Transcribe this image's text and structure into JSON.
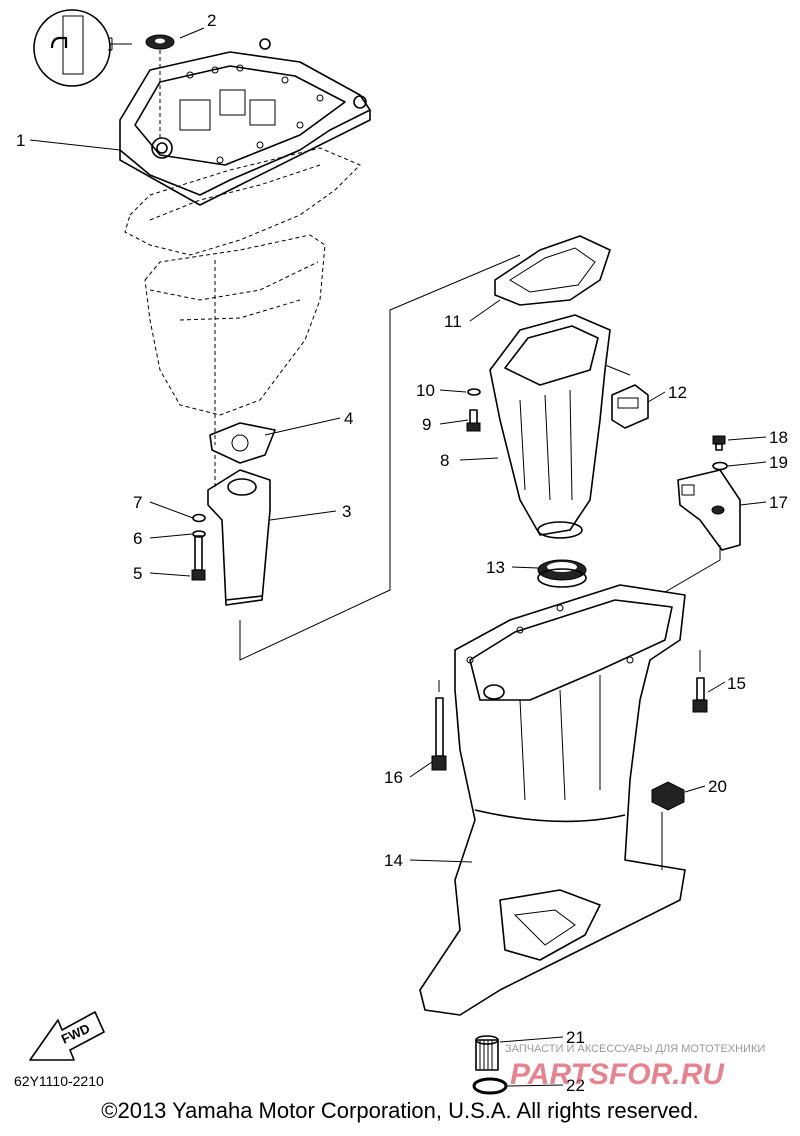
{
  "diagram": {
    "part_numbers": [
      "1",
      "2",
      "3",
      "4",
      "5",
      "6",
      "7",
      "8",
      "9",
      "10",
      "11",
      "12",
      "13",
      "14",
      "15",
      "16",
      "17",
      "18",
      "19",
      "20",
      "21",
      "22"
    ],
    "drawing_code": "62Y1110-2210",
    "fwd_label": "FWD",
    "copyright": "©2013 Yamaha Motor Corporation, U.S.A. All rights reserved.",
    "watermark_small": "ЗАПЧАСТИ И АКСЕССУАРЫ ДЛЯ МОТОТЕХНИКИ",
    "watermark_large": "PARTSFOR.RU"
  }
}
